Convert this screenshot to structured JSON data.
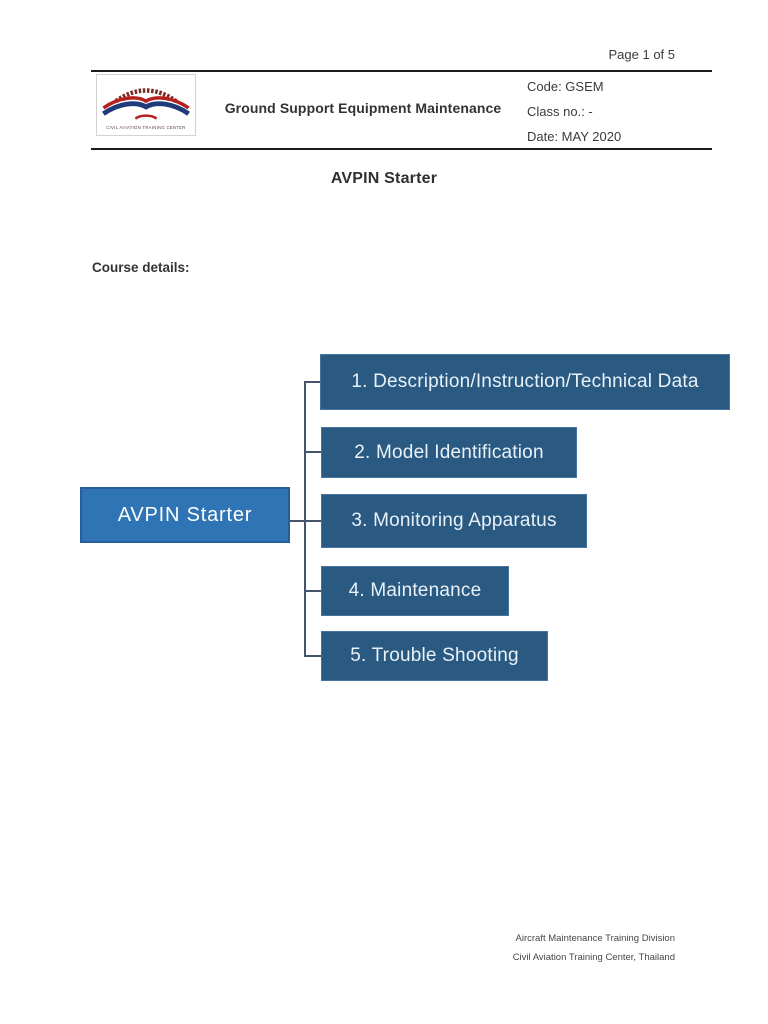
{
  "page": {
    "number_label": "Page 1 of 5",
    "background": "#ffffff"
  },
  "header": {
    "title": "Ground Support Equipment Maintenance",
    "code": "Code: GSEM",
    "class_no": "Class no.: -",
    "date": "Date: MAY 2020",
    "logo": {
      "caption": "CIVIL AVIATION TRAINING CENTER",
      "colors": {
        "red": "#b6201e",
        "blue": "#1f3b7a",
        "text": "#5d4037"
      }
    }
  },
  "document": {
    "title": "AVPIN Starter",
    "course_details_label": "Course details:"
  },
  "diagram": {
    "root": {
      "label": "AVPIN Starter"
    },
    "topics": [
      {
        "label": "1. Description/Instruction/Technical Data"
      },
      {
        "label": "2. Model Identification"
      },
      {
        "label": "3. Monitoring Apparatus"
      },
      {
        "label": "4. Maintenance"
      },
      {
        "label": "5. Trouble Shooting"
      }
    ],
    "colors": {
      "root_fill": "#2f75b5",
      "root_border": "#275e99",
      "topic_fill": "#2a5a82",
      "topic_border": "#44749f",
      "connector": "#44546a",
      "text": "#e9f1f9"
    }
  },
  "footer": {
    "line1": "Aircraft Maintenance Training Division",
    "line2": "Civil Aviation Training Center, Thailand"
  }
}
